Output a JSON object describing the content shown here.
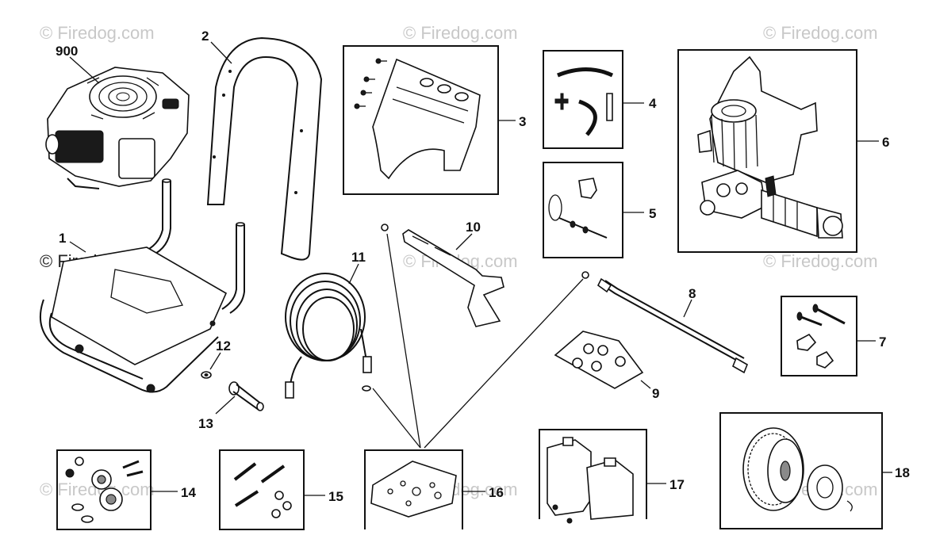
{
  "watermark": "© Firedog.com",
  "callouts": {
    "c900": "900",
    "c1": "1",
    "c2": "2",
    "c3": "3",
    "c4": "4",
    "c5": "5",
    "c6": "6",
    "c7": "7",
    "c8": "8",
    "c9": "9",
    "c10": "10",
    "c11": "11",
    "c12": "12",
    "c13": "13",
    "c14": "14",
    "c15": "15",
    "c16": "16",
    "c17": "17",
    "c18": "18"
  }
}
